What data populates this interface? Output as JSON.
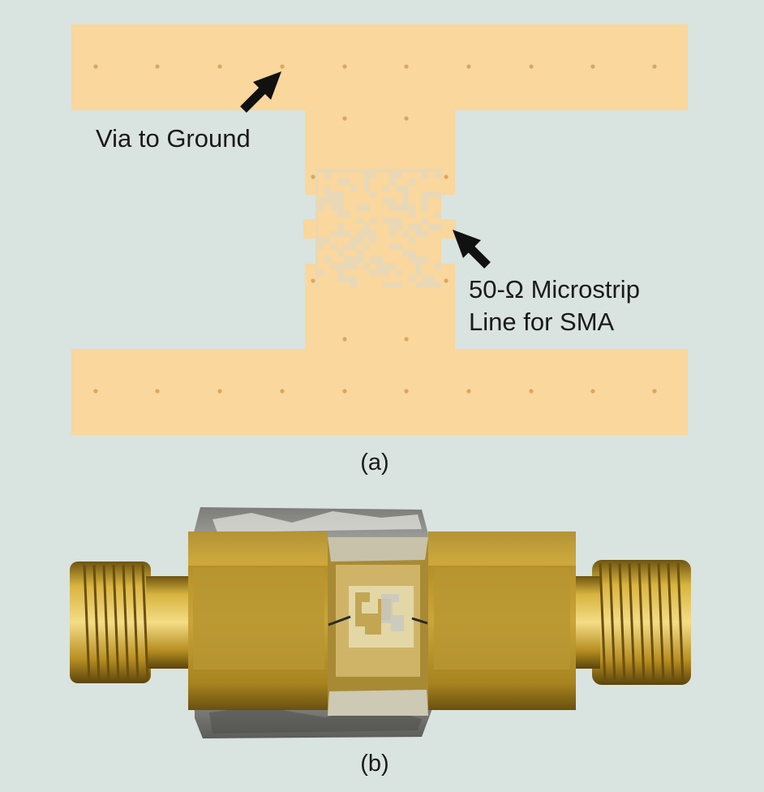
{
  "annotations": {
    "via_label": "Via to Ground",
    "microstrip_label_line1": "50-Ω Microstrip",
    "microstrip_label_line2": "Line for SMA"
  },
  "captions": {
    "a": "(a)",
    "b": "(b)"
  },
  "colors": {
    "background": "#d9e3e0",
    "copper": "#f9d79d",
    "via_dot": "#d9a85f",
    "arrow": "#111111",
    "gold": "#c9a22c",
    "solder": "#c7c7c2"
  }
}
